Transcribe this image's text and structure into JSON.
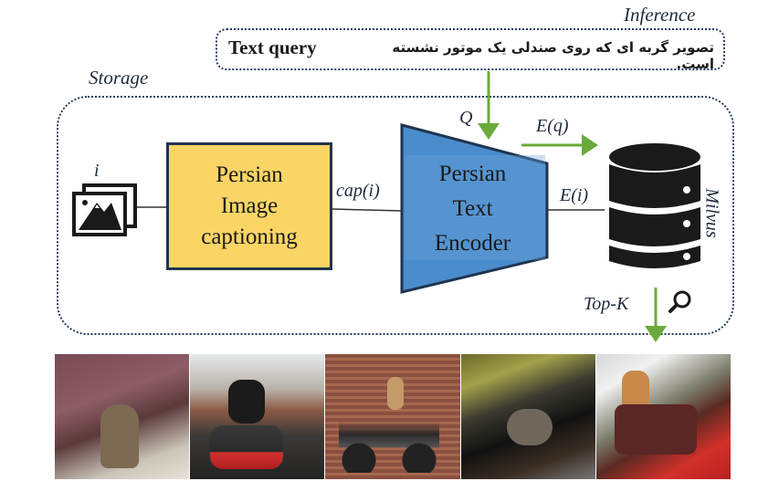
{
  "sections": {
    "inference_label": "Inference",
    "storage_label": "Storage"
  },
  "text_query": {
    "label": "Text query",
    "persian_text": "تصویر گربه ای که روی صندلی یک موتور نشسته است."
  },
  "nodes": {
    "image_input": {
      "label": "i",
      "icon": "images-icon"
    },
    "captioning": {
      "lines": [
        "Persian",
        "Image",
        "captioning"
      ],
      "fill": "#fad565",
      "border": "#1f3450"
    },
    "encoder": {
      "lines": [
        "Persian",
        "Text",
        "Encoder"
      ],
      "fill": "#4a8ccc",
      "border": "#1f3450"
    },
    "database": {
      "label": "Milvus",
      "icon": "database-icon"
    }
  },
  "edges": {
    "caption_out": "cap(i)",
    "query_in": "Q",
    "query_embedding": "E(q)",
    "image_embedding": "E(i)",
    "retrieval": "Top-K"
  },
  "colors": {
    "arrow_green": "#6aaa3a",
    "dotted_border": "#233a5e"
  },
  "results": {
    "count": 5,
    "items": [
      {
        "desc": "tabby cat sitting under a roof"
      },
      {
        "desc": "black and white cat on red motorcycle top box"
      },
      {
        "desc": "cat on moped seat in front of shutter"
      },
      {
        "desc": "cat on motorcycle seat"
      },
      {
        "desc": "cat on red motorcycle with leather bags"
      }
    ]
  }
}
